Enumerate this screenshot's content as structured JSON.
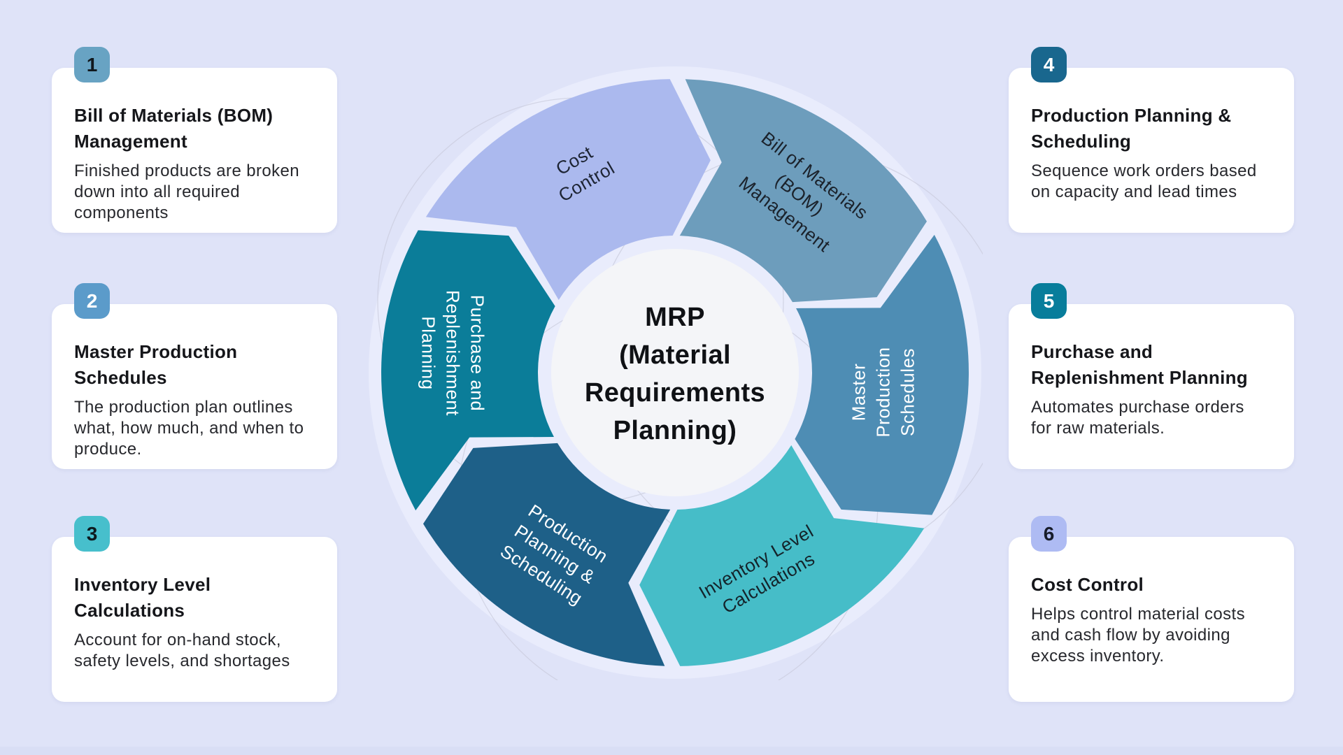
{
  "theme": {
    "page_bg": "#dfe3f8",
    "halo": "#e9ecfc",
    "center_circle": "#f4f5f8",
    "center_text": "#0f1115",
    "footer_bar": "#d9def5"
  },
  "diagram": {
    "center_title": "MRP\n(Material\nRequirements\nPlanning)",
    "segments": [
      {
        "name": "bill-of-materials-bom-management",
        "label": "Bill of Materials\n(BOM)\nManagement",
        "color": "#6d9dbc",
        "text_color": "#1b222b"
      },
      {
        "name": "master-production-schedules",
        "label": "Master\nProduction\nSchedules",
        "color": "#4e8db4",
        "text_color": "#ffffff"
      },
      {
        "name": "inventory-level-calculations",
        "label": "Inventory Level\nCalculations",
        "color": "#46bdc8",
        "text_color": "#14232a"
      },
      {
        "name": "production-planning-scheduling",
        "label": "Production\nPlanning &\nScheduling",
        "color": "#1e6088",
        "text_color": "#ffffff"
      },
      {
        "name": "purchase-and-replenishment-planning",
        "label": "Purchase and\nReplenishment\nPlanning",
        "color": "#0b7d99",
        "text_color": "#ffffff"
      },
      {
        "name": "cost-control",
        "label": "Cost\nControl",
        "color": "#abb9ee",
        "text_color": "#1d2433"
      }
    ]
  },
  "cards": [
    {
      "number": "1",
      "badge_color": "#68a3c3",
      "number_color": "#10181d",
      "title": "Bill of Materials (BOM) Management",
      "description": "Finished products are broken down into all required components"
    },
    {
      "number": "2",
      "badge_color": "#5b9bca",
      "number_color": "#ffffff",
      "title": "Master Production Schedules",
      "description": "The production plan outlines what, how much, and when to produce."
    },
    {
      "number": "3",
      "badge_color": "#47bfcc",
      "number_color": "#0d1a1e",
      "title": "Inventory Level Calculations",
      "description": "Account for on-hand stock, safety levels, and shortages"
    },
    {
      "number": "4",
      "badge_color": "#19678e",
      "number_color": "#ffffff",
      "title": "Production Planning & Scheduling",
      "description": "Sequence work orders based on capacity and lead times"
    },
    {
      "number": "5",
      "badge_color": "#087d9b",
      "number_color": "#ffffff",
      "title": "Purchase and Replenishment Planning",
      "description": "Automates purchase orders for raw materials."
    },
    {
      "number": "6",
      "badge_color": "#aebbf3",
      "number_color": "#171c2b",
      "title": "Cost Control",
      "description": "Helps control material costs and cash flow by avoiding excess inventory."
    }
  ]
}
